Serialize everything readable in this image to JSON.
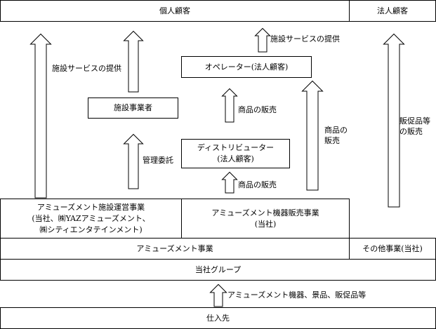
{
  "top": {
    "individual_customers": "個人顧客",
    "corporate_customers": "法人顧客"
  },
  "boxes": {
    "operator": "オペレーター(法人顧客)",
    "facility_operator": "施設事業者",
    "distributor_line1": "ディストリビューター",
    "distributor_line2": "(法人顧客)",
    "facility_business_line1": "アミューズメント施設運営事業",
    "facility_business_line2": "(当社、㈱YAZアミューズメント、",
    "facility_business_line3": "㈱シティエンタテインメント)",
    "machine_sales_line1": "アミューズメント機器販売事業",
    "machine_sales_line2": "(当社)",
    "amusement_business": "アミューズメント事業",
    "other_business": "その他事業(当社)",
    "group": "当社グループ",
    "suppliers": "仕入先"
  },
  "labels": {
    "facility_service_left": "施設サービスの提供",
    "facility_service_top": "施設サービスの提供",
    "management_consign": "管理委託",
    "product_sales_upper": "商品の販売",
    "product_sales_lower": "商品の販売",
    "product_sales_tall_line1": "商品の",
    "product_sales_tall_line2": "販売",
    "promo_sales_line1": "販促品等",
    "promo_sales_line2": "の販売",
    "supply_items": "アミューズメント機器、景品、販促品等"
  }
}
